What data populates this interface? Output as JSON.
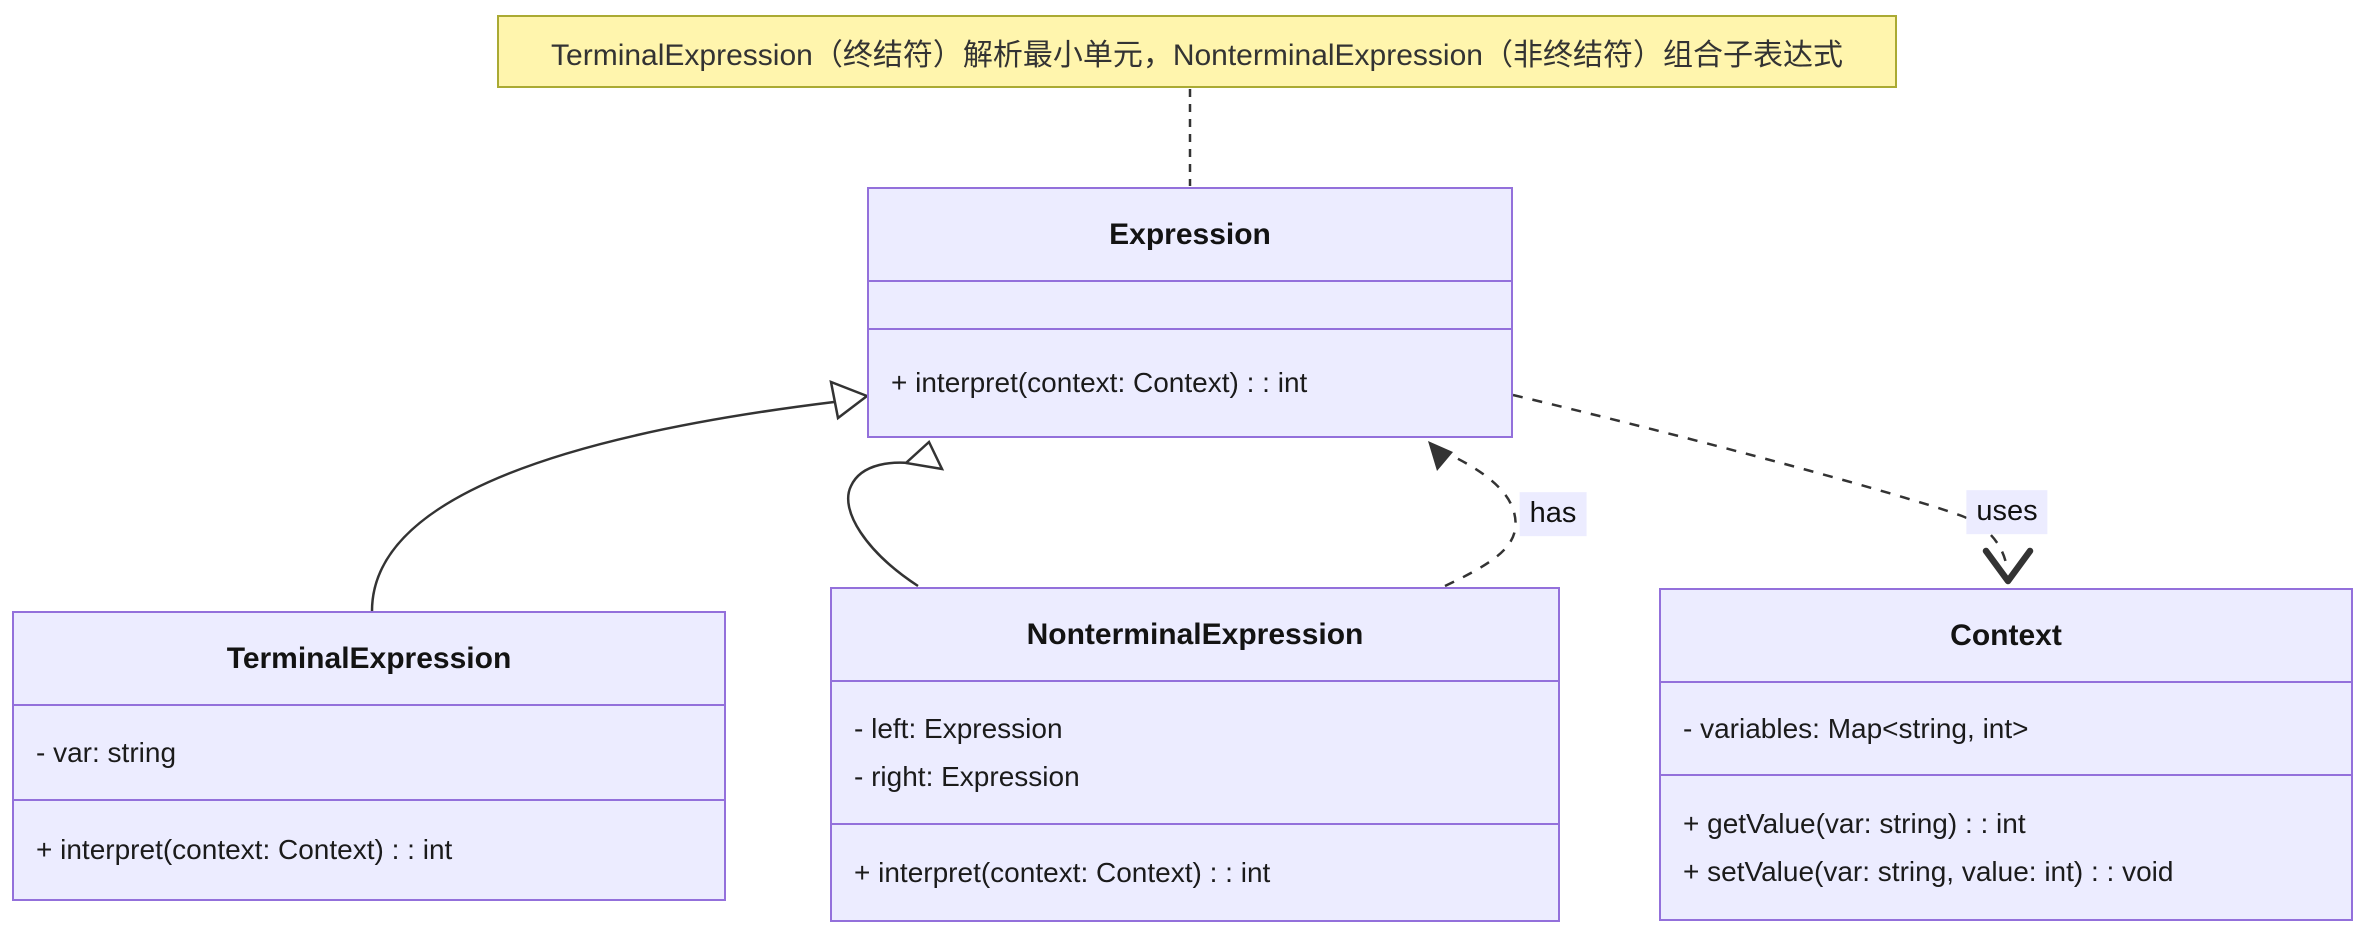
{
  "note": {
    "text": "TerminalExpression（终结符）解析最小单元，NonterminalExpression（非终结符）组合子表达式"
  },
  "classes": {
    "expression": {
      "name": "Expression",
      "attributes": [],
      "methods": [
        "+ interpret(context: Context) : : int"
      ]
    },
    "terminal": {
      "name": "TerminalExpression",
      "attributes": [
        "- var: string"
      ],
      "methods": [
        "+ interpret(context: Context) : : int"
      ]
    },
    "nonterminal": {
      "name": "NonterminalExpression",
      "attributes": [
        "- left: Expression",
        "- right: Expression"
      ],
      "methods": [
        "+ interpret(context: Context) : : int"
      ]
    },
    "context": {
      "name": "Context",
      "attributes": [
        "- variables: Map<string, int>"
      ],
      "methods": [
        "+ getValue(var: string) : : int",
        "+ setValue(var: string, value: int) : : void"
      ]
    }
  },
  "edges": {
    "terminal_inheritance": {
      "type": "inheritance",
      "from": "TerminalExpression",
      "to": "Expression"
    },
    "nonterminal_inheritance": {
      "type": "inheritance",
      "from": "NonterminalExpression",
      "to": "Expression"
    },
    "has": {
      "type": "dashed-dependency",
      "label": "has",
      "from": "NonterminalExpression",
      "to": "Expression"
    },
    "uses": {
      "type": "dashed-dependency",
      "label": "uses",
      "from": "Expression",
      "to": "Context"
    },
    "note_link": {
      "type": "dashed-link",
      "from": "note",
      "to": "Expression"
    }
  },
  "colors": {
    "class_fill": "#ECECFF",
    "class_border": "#9370DB",
    "note_fill": "#FFF5AD",
    "note_border": "#AAAA33",
    "line": "#333333",
    "edge_label_bg": "#ECECFF",
    "text": "#1B1B1B"
  }
}
